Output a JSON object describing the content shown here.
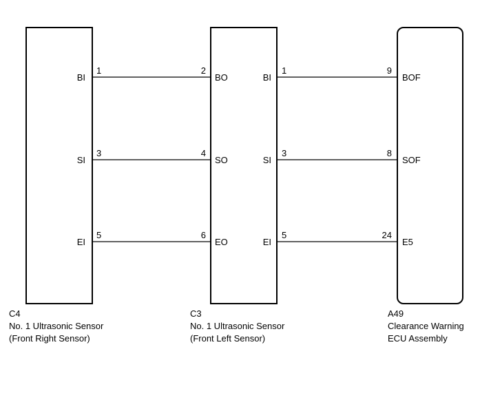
{
  "components": {
    "c4": {
      "code": "C4",
      "name": "No. 1 Ultrasonic Sensor",
      "detail": "(Front Right Sensor)",
      "pins": [
        {
          "name": "BI",
          "num": "1"
        },
        {
          "name": "SI",
          "num": "3"
        },
        {
          "name": "EI",
          "num": "5"
        }
      ]
    },
    "c3": {
      "code": "C3",
      "name": "No. 1 Ultrasonic Sensor",
      "detail": "(Front Left Sensor)",
      "left_pins": [
        {
          "name": "BO",
          "num": "2"
        },
        {
          "name": "SO",
          "num": "4"
        },
        {
          "name": "EO",
          "num": "6"
        }
      ],
      "right_pins": [
        {
          "name": "BI",
          "num": "1"
        },
        {
          "name": "SI",
          "num": "3"
        },
        {
          "name": "EI",
          "num": "5"
        }
      ]
    },
    "a49": {
      "code": "A49",
      "name": "Clearance Warning",
      "detail": "ECU Assembly",
      "pins": [
        {
          "name": "BOF",
          "num": "9"
        },
        {
          "name": "SOF",
          "num": "8"
        },
        {
          "name": "E5",
          "num": "24"
        }
      ]
    }
  }
}
